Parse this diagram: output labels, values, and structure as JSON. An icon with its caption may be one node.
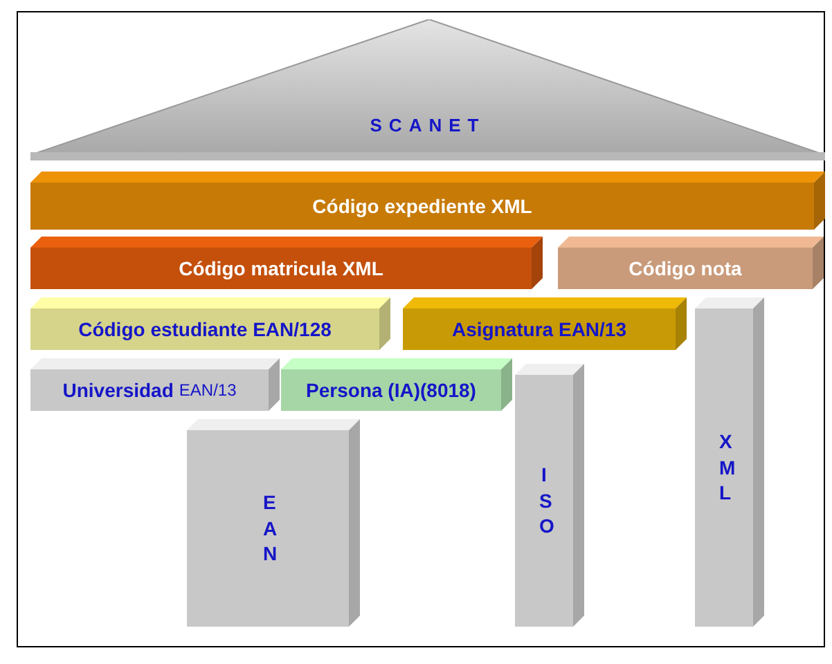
{
  "diagram": {
    "nodes": [
      {
        "text": [
          "SCANET"
        ]
      },
      {
        "text": [
          "Código expediente XML"
        ]
      },
      {
        "text": [
          "Código matricula XML"
        ]
      },
      {
        "text": [
          "Código nota"
        ]
      },
      {
        "text": [
          "Código estudiante EAN/128"
        ]
      },
      {
        "text": [
          "Asignatura EAN/13"
        ]
      },
      {
        "text": [
          "Universidad",
          "EAN/13"
        ]
      },
      {
        "text": [
          "Persona (IA)(8018)"
        ]
      },
      {
        "text": [
          "EAN"
        ]
      },
      {
        "text": [
          "ISO"
        ]
      },
      {
        "text": [
          "XML"
        ]
      }
    ]
  }
}
